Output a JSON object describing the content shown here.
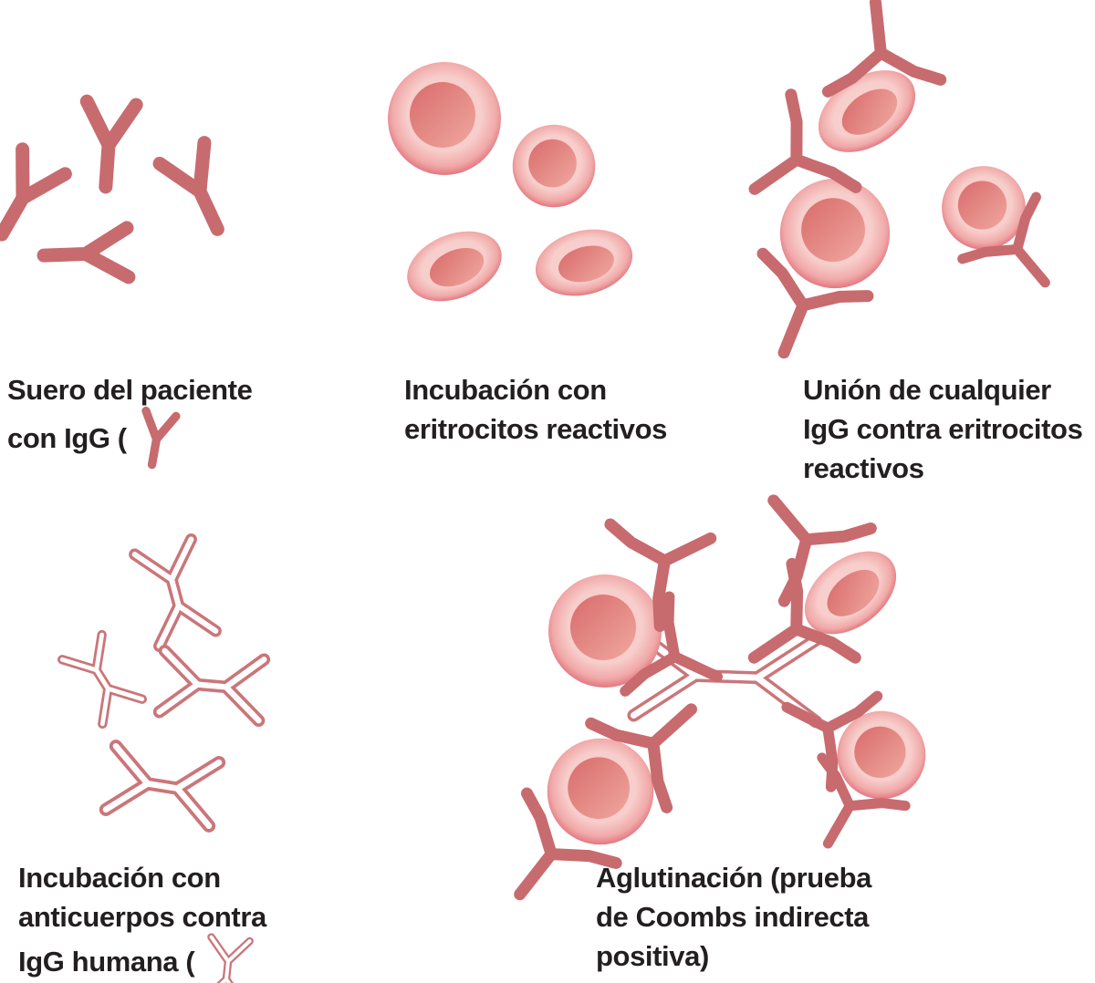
{
  "diagram": {
    "subject": "Prueba de Coombs indirecta",
    "language": "es"
  },
  "colors": {
    "antibody_solid": "#c76b6f",
    "antibody_outline": "#ca767a",
    "cell_rim": "#e2707b",
    "cell_ring_light": "#f8d2ce",
    "cell_core_dark": "#d86b6b",
    "cell_core_light": "#f0a89f",
    "text": "#231f20",
    "background": "#ffffff"
  },
  "panels": {
    "patient_serum": {
      "caption_line1": "Suero del paciente",
      "caption_line2": "con IgG (",
      "icon": "igg-antibody-icon"
    },
    "incubation_erythrocytes": {
      "caption_line1": "Incubación con",
      "caption_line2": "eritrocitos reactivos"
    },
    "igg_binding": {
      "caption_line1": "Unión de cualquier",
      "caption_line2": "IgG contra eritrocitos",
      "caption_line3": "reactivos"
    },
    "anti_igg_incubation": {
      "caption_line1": "Incubación con",
      "caption_line2": "anticuerpos contra",
      "caption_line3": "IgG humana (",
      "icon": "anti-igg-antibody-icon"
    },
    "agglutination": {
      "caption_line1": "Aglutinación (prueba",
      "caption_line2": "de Coombs indirecta",
      "caption_line3": "positiva)"
    }
  }
}
